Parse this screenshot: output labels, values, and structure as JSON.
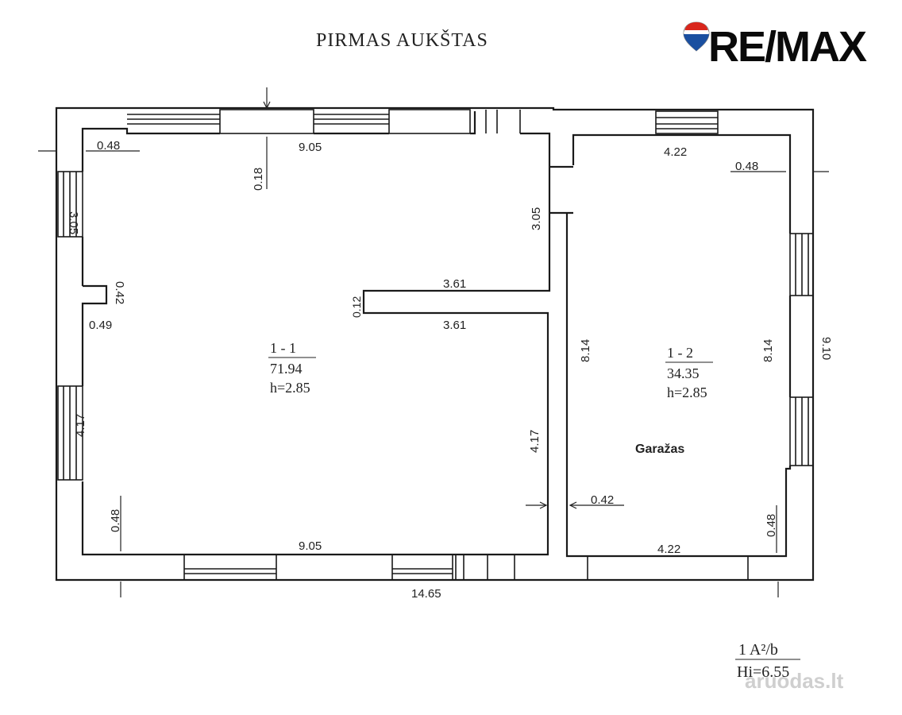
{
  "title": "PIRMAS AUKŠTAS",
  "logo": {
    "text": "RE/MAX",
    "colors": {
      "blue": "#1a4fa0",
      "red": "#d9261c",
      "black": "#0a0a0a"
    }
  },
  "rooms": {
    "room1": {
      "number": "1 - 1",
      "area": "71.94",
      "height": "h=2.85"
    },
    "room2": {
      "number": "1 - 2",
      "area": "34.35",
      "height": "h=2.85",
      "name": "Garažas"
    }
  },
  "dimensions": {
    "d_048_top_left": "0.48",
    "d_905_top": "9.05",
    "d_018": "0.18",
    "d_422_top": "4.22",
    "d_048_top_right": "0.48",
    "d_305_left": "3.05",
    "d_305_mid": "3.05",
    "d_042_left": "0.42",
    "d_049": "0.49",
    "d_012": "0.12",
    "d_361_top": "3.61",
    "d_361_bottom": "3.61",
    "d_814_left": "8.14",
    "d_814_right": "8.14",
    "d_910": "9.10",
    "d_417_left": "4.17",
    "d_417_mid": "4.17",
    "d_048_bottom_left": "0.48",
    "d_042_bottom": "0.42",
    "d_048_bottom_right": "0.48",
    "d_905_bottom": "9.05",
    "d_422_bottom": "4.22",
    "d_1465": "14.65"
  },
  "stamp": {
    "line1": "1 A²/b",
    "line2": "Hi=6.55"
  },
  "watermark": "aruodas.lt"
}
